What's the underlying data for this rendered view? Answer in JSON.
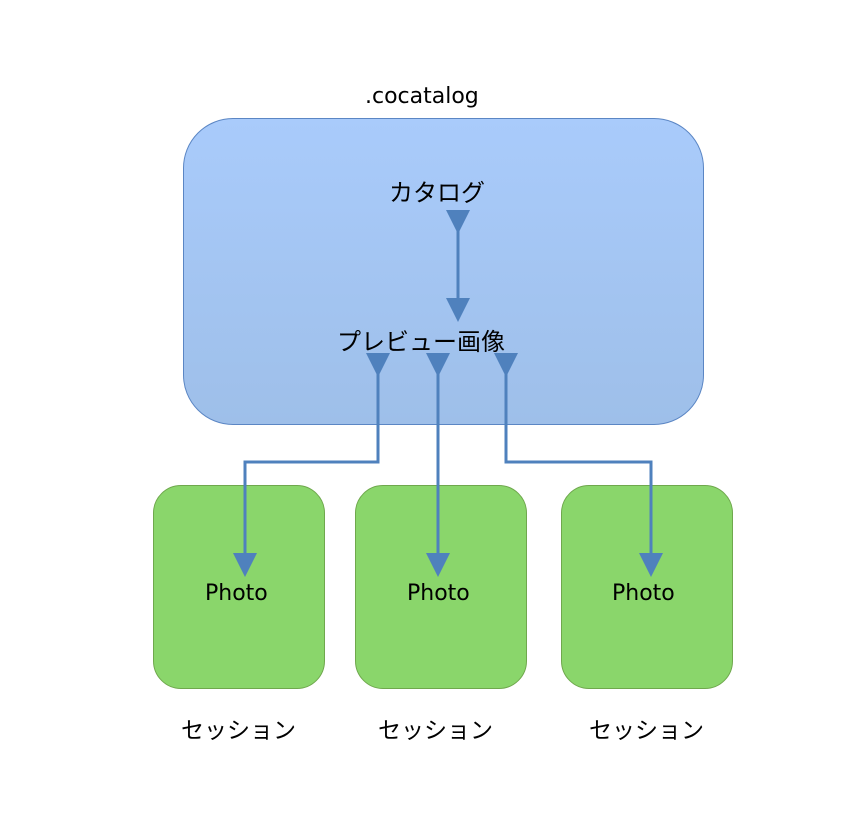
{
  "container_label": ".cocatalog",
  "catalog": "カタログ",
  "preview": "プレビュー画像",
  "photos": [
    {
      "label": "Photo",
      "session": "セッション"
    },
    {
      "label": "Photo",
      "session": "セッション"
    },
    {
      "label": "Photo",
      "session": "セッション"
    }
  ],
  "colors": {
    "blue": "#a9cbfb",
    "green": "#8ad66b",
    "arrow": "#4f81bd"
  }
}
